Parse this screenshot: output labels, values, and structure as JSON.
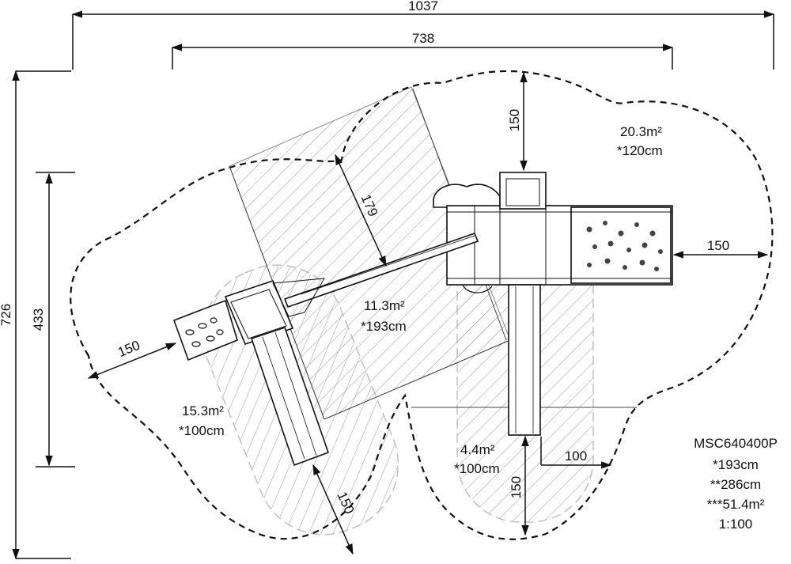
{
  "dimensions": {
    "overall_width": "1037",
    "equipment_width": "738",
    "overall_height": "726",
    "equipment_height": "433",
    "top_clearance": "150",
    "right_clearance": "150",
    "left_clearance": "150",
    "diagonal_179": "179",
    "bottom_left_clearance": "150",
    "bottom_clearance": "150",
    "slide_offset": "100"
  },
  "areas": {
    "zone_top_right": {
      "area": "20.3m²",
      "height": "*120cm"
    },
    "zone_center": {
      "area": "11.3m²",
      "height": "*193cm"
    },
    "zone_left": {
      "area": "15.3m²",
      "height": "*100cm"
    },
    "zone_bottom": {
      "area": "4.4m²",
      "height": "*100cm"
    }
  },
  "product": {
    "code": "MSC640400P",
    "free_fall_height": "*193cm",
    "total_height": "**286cm",
    "total_area": "***51.4m²",
    "scale": "1:100"
  },
  "colors": {
    "line": "#111111",
    "hatch": "#9a9a9a",
    "fall_zone": "#bdbdbd"
  }
}
